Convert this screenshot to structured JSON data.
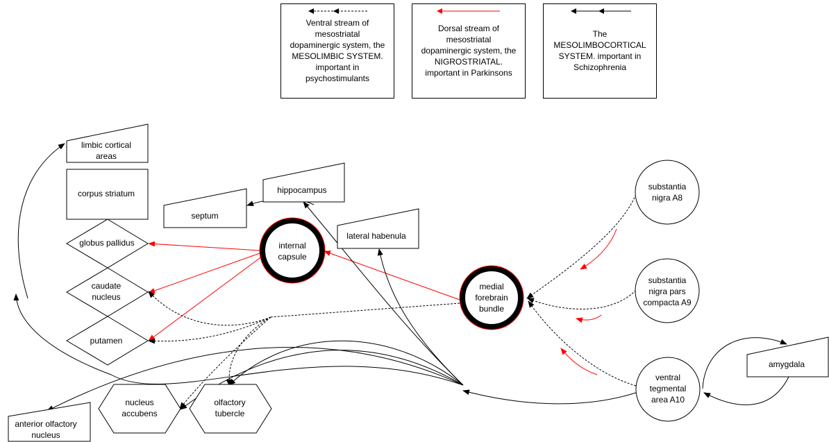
{
  "legend": [
    {
      "style": "dashed-black",
      "text_lines": [
        "Ventral stream of",
        "mesostriatal",
        "dopaminergic system, the",
        "MESOLIMBIC SYSTEM.",
        "important in",
        "psychostimulants"
      ]
    },
    {
      "style": "solid-red",
      "text_lines": [
        "Dorsal stream of",
        "mesostriatal",
        "dopaminergic system, the",
        "NIGROSTRIATAL.",
        "important in Parkinsons"
      ]
    },
    {
      "style": "solid-black",
      "text_lines": [
        "The",
        "MESOLIMBOCORTICAL",
        "SYSTEM. important in",
        "Schizophrenia"
      ]
    }
  ],
  "nodes": {
    "limbic_cortical_areas": [
      "limbic cortical",
      "areas"
    ],
    "corpus_striatum": [
      "corpus striatum"
    ],
    "globus_pallidus": [
      "globus pallidus"
    ],
    "caudate_nucleus": [
      "caudate",
      "nucleus"
    ],
    "putamen": [
      "putamen"
    ],
    "nucleus_accubens": [
      "nucleus",
      "accubens"
    ],
    "olfactory_tubercle": [
      "olfactory",
      "tubercle"
    ],
    "anterior_olfactory_nucleus": [
      "anterior olfactory",
      "nucleus"
    ],
    "septum": [
      "septum"
    ],
    "hippocampus": [
      "hippocampus"
    ],
    "lateral_habenula": [
      "lateral habenula"
    ],
    "internal_capsule": [
      "internal",
      "capsule"
    ],
    "medial_forebrain_bundle": [
      "medial",
      "forebrain",
      "bundle"
    ],
    "substantia_nigra_a8": [
      "substantia",
      "nigra A8"
    ],
    "substantia_nigra_pars_compacta_a9": [
      "substantia",
      "nigra pars",
      "compacta A9"
    ],
    "ventral_tegmental_area_a10": [
      "ventral",
      "tegmental",
      "area A10"
    ],
    "amygdala": [
      "amygdala"
    ]
  },
  "colors": {
    "stroke": "#000000",
    "dorsal": "#ff0000",
    "ring": "#000000",
    "ring_edge": "#ff0000"
  }
}
